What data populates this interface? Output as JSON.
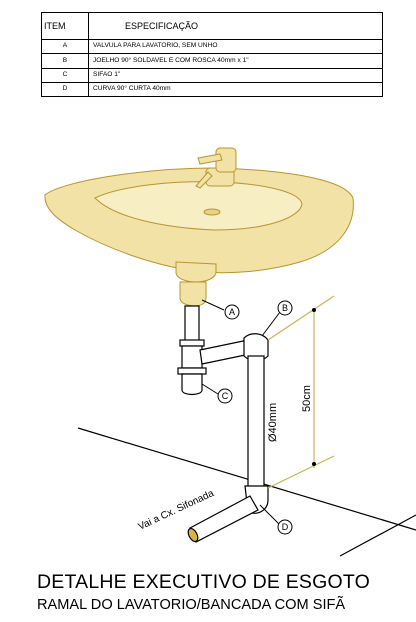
{
  "spec_table": {
    "headers": {
      "item": "ITEM",
      "spec": "ESPECIFICAÇÃO"
    },
    "rows": [
      {
        "code": "A",
        "spec": "VALVULA PARA LAVATORIO, SEM UNHO"
      },
      {
        "code": "B",
        "spec": "JOELHO 90° SOLDAVEL E COM ROSCA 40mm x 1\""
      },
      {
        "code": "C",
        "spec": "SIFAO 1\""
      },
      {
        "code": "D",
        "spec": "CURVA 90° CURTA 40mm"
      }
    ]
  },
  "drawing": {
    "callouts": {
      "a": "A",
      "b": "B",
      "c": "C",
      "d": "D"
    },
    "dimension_height": "50cm",
    "pipe_diameter": "Ø40mm",
    "outlet_label": "Vai a Cx. Sifonada",
    "colors": {
      "fixture": "#f2e2a6",
      "fixture_outline": "#b89530",
      "line": "#000000",
      "dimension": "#c9b24a"
    }
  },
  "title": {
    "line1": "DETALHE EXECUTIVO DE ESGOTO",
    "line2": "RAMAL DO LAVATORIO/BANCADA COM SIFÃ"
  }
}
